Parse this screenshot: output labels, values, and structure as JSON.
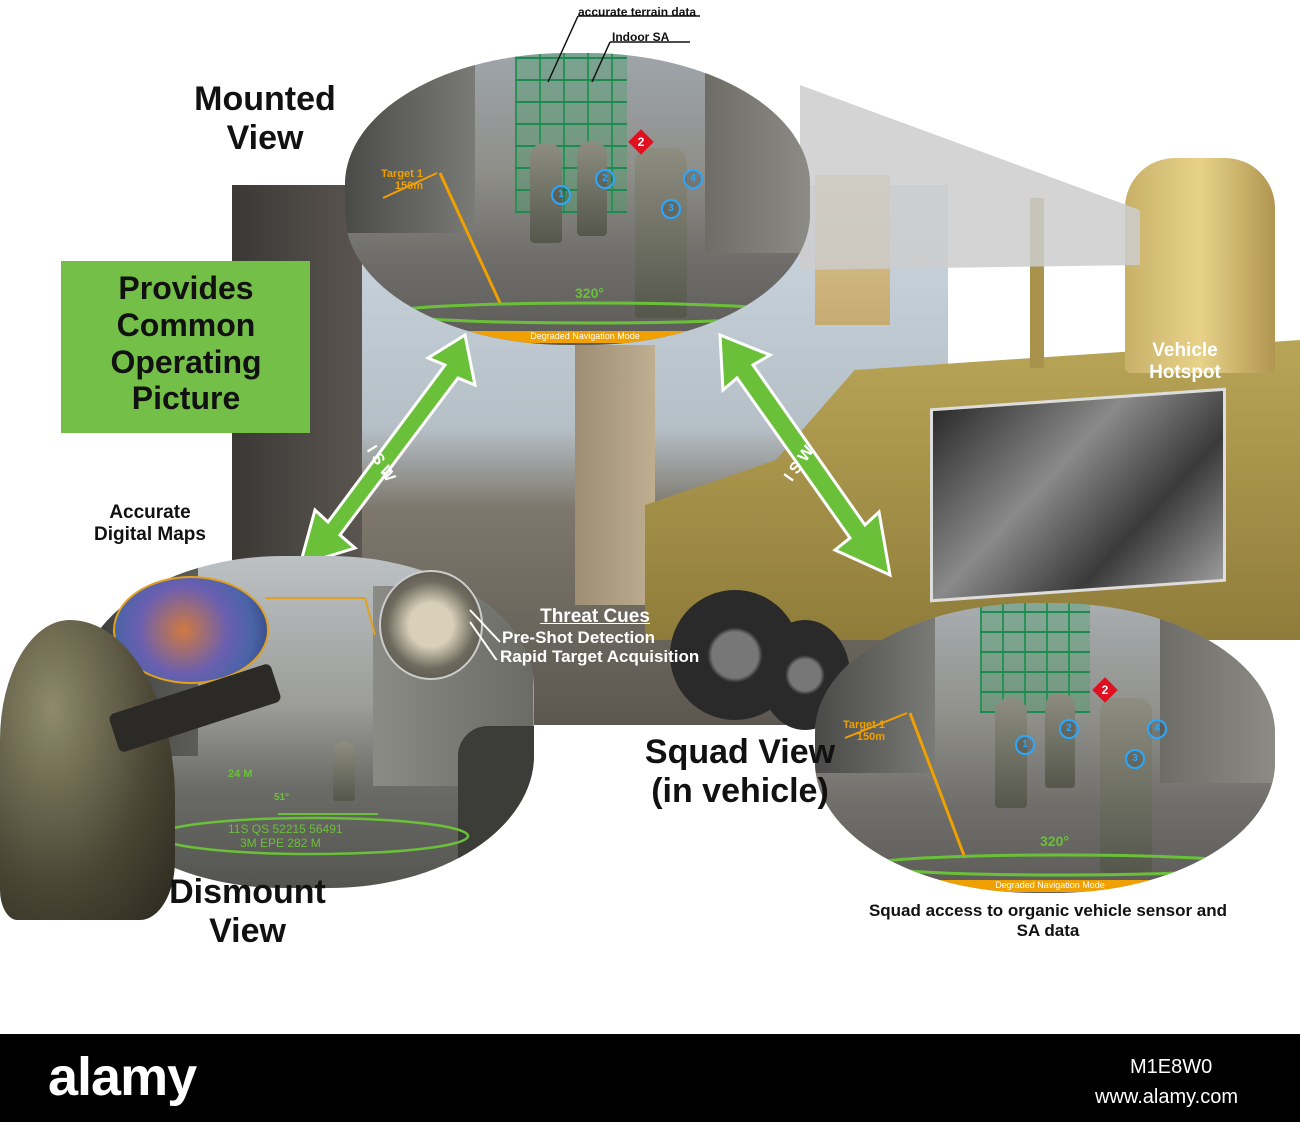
{
  "annotations": {
    "terrain": "accurate terrain data",
    "indoor": "Indoor SA"
  },
  "labels": {
    "mounted": "Mounted View",
    "provides": "Provides Common Operating Picture",
    "vehicle_hotspot": "Vehicle Hotspot",
    "accurate_maps": "Accurate Digital Maps",
    "threat_cues": "Threat Cues",
    "pre_shot": "Pre-Shot Detection",
    "rapid_target": "Rapid Target Acquisition",
    "squad_view": "Squad View (in vehicle)",
    "squad_access": "Squad access to organic vehicle sensor and SA data",
    "dismount": "Dismount View",
    "isw": "I S W"
  },
  "hud_mounted": {
    "target": "Target 1",
    "range": "150m",
    "heading": "320°",
    "mode": "Degraded Navigation Mode",
    "markers": [
      "1",
      "2",
      "3",
      "4"
    ],
    "threat": "2"
  },
  "hud_squad": {
    "target": "Target 1",
    "range": "150m",
    "heading": "320°",
    "mode": "Degraded Navigation Mode",
    "markers": [
      "1",
      "2",
      "3",
      "4"
    ],
    "threat": "2"
  },
  "hud_dismount": {
    "range_small": "24 M",
    "heading_small": "51°",
    "grid": "11S QS 52215 56491",
    "epe": "3M EPE 282 M"
  },
  "watermark": {
    "brand": "alamy",
    "url": "www.alamy.com",
    "id": "M1E8W0"
  },
  "colors": {
    "green_arrow": "#6bc03a",
    "provides_box": "#74bf47",
    "hud_orange": "#f0a000",
    "hud_blue": "#2aa8ff",
    "threat_red": "#e01020",
    "vehicle_tan": "#b19b4c"
  }
}
